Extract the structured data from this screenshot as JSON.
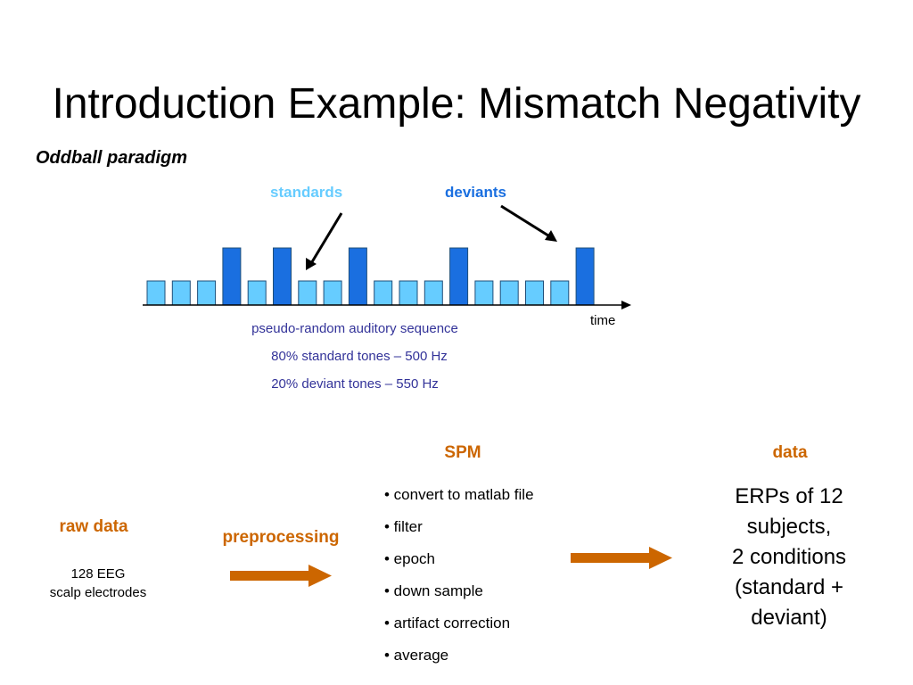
{
  "slide": {
    "title": "Introduction Example: Mismatch Negativity",
    "subtitle": "Oddball paradigm"
  },
  "sequence": {
    "standards_label": "standards",
    "deviants_label": "deviants",
    "axis_label": "time",
    "pattern": [
      "s",
      "s",
      "s",
      "d",
      "s",
      "d",
      "s",
      "s",
      "d",
      "s",
      "s",
      "s",
      "d",
      "s",
      "s",
      "s",
      "s",
      "d"
    ],
    "colors": {
      "standard": "#66ccff",
      "deviant": "#1a6fe0",
      "arrow": "#cc6600"
    },
    "description": [
      "pseudo-random auditory sequence",
      "80% standard tones – 500 Hz",
      "20% deviant tones – 550 Hz"
    ]
  },
  "pipeline": {
    "raw": {
      "header": "raw data",
      "detail_1": "128 EEG",
      "detail_2": "scalp electrodes"
    },
    "preprocessing": {
      "label": "preprocessing"
    },
    "spm": {
      "header": "SPM",
      "steps": [
        "• convert to matlab file",
        "•  filter",
        "• epoch",
        "• down sample",
        "• artifact correction",
        "• average"
      ]
    },
    "data": {
      "header": "data",
      "lines": [
        "ERPs of 12",
        "subjects,",
        "2 conditions",
        "(standard +",
        "deviant)"
      ]
    }
  }
}
